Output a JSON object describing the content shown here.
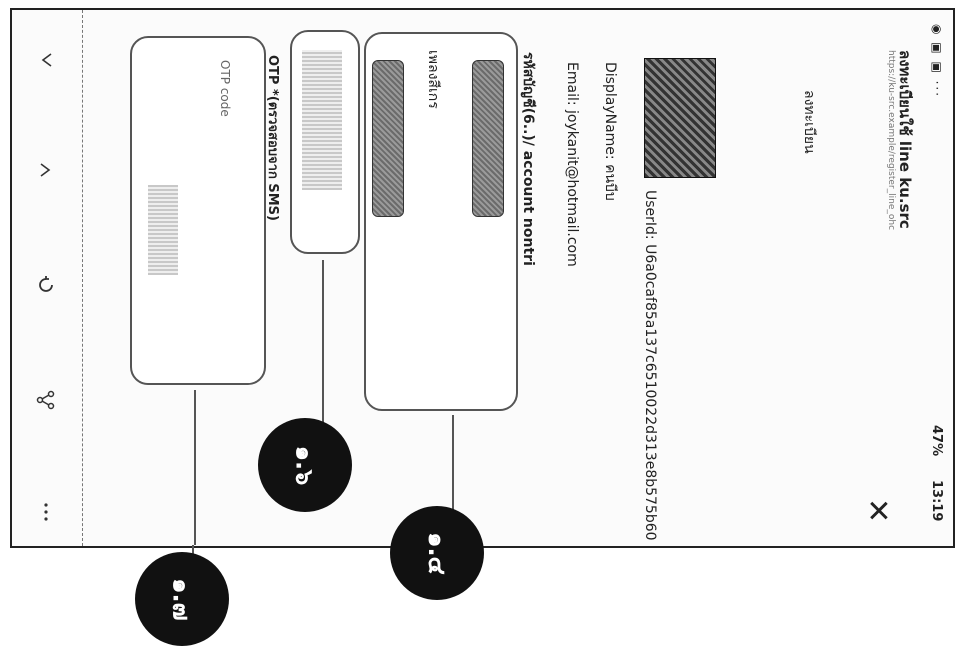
{
  "status_bar": {
    "time": "13:19",
    "battery": "47%"
  },
  "header": {
    "title": "ลงทะเบียนใช้ line ku.src",
    "subtitle": "https://ku-src.example/register_line_ohc",
    "close_icon": "close-icon"
  },
  "page": {
    "heading": "ลงทะเบียน",
    "user_id": "UserId: U6a0caf85a137c6510022d313e8b575b60",
    "display_name": "DisplayName: คนบีบ",
    "email": "Email: joykanit@hotmail.com",
    "account_label": "รหัสบัญชี(6..)/ account nontri",
    "register_button": "เพลงสีเกร",
    "otp_label": "OTP *(ตรวจสอบจาก SMS)",
    "otp_placeholder": "OTP code"
  },
  "annotations": {
    "a1": "๑.๔",
    "a2": "๑.๖",
    "a3": "๑.๗"
  },
  "nav": {
    "icons": [
      "chevron-up-icon",
      "chevron-down-icon",
      "refresh-icon",
      "share-icon",
      "more-icon"
    ]
  }
}
